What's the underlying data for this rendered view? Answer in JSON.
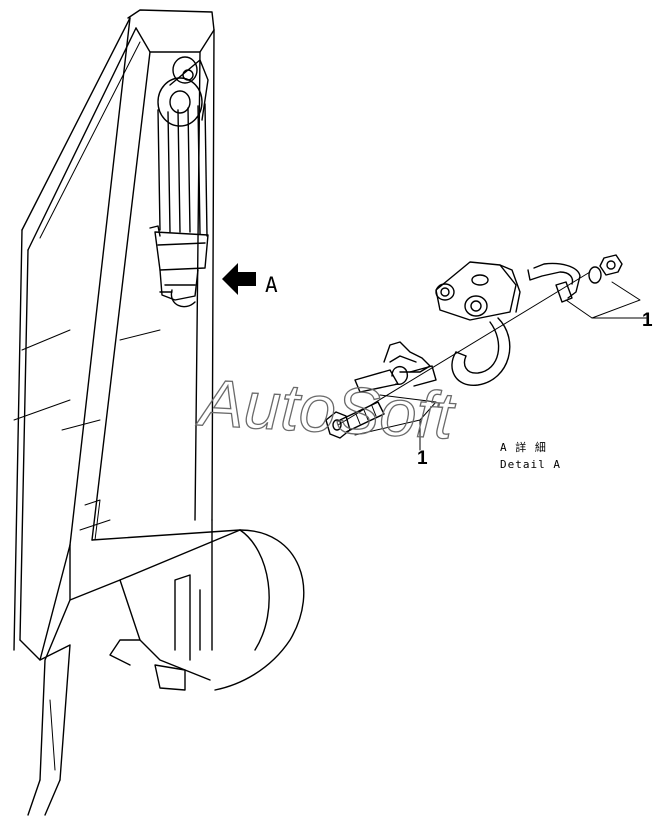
{
  "view_label": "A",
  "callouts": [
    "1",
    "1"
  ],
  "detail_title_jp": "A 詳 細",
  "detail_title_en": "Detail A",
  "watermark": "AutoSoft",
  "colors": {
    "line": "#000000",
    "watermark": "#6a6a6a",
    "background": "#ffffff"
  }
}
